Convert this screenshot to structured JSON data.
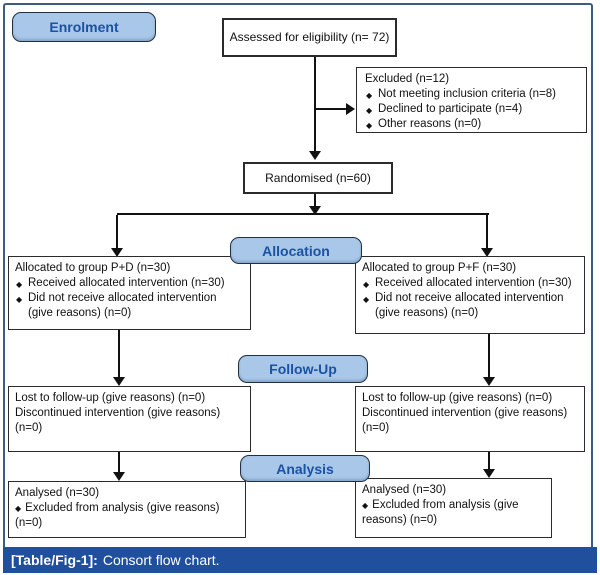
{
  "stages": {
    "enrolment": "Enrolment",
    "allocation": "Allocation",
    "followup": "Follow-Up",
    "analysis": "Analysis"
  },
  "boxes": {
    "assessed": {
      "text": "Assessed for eligibility (n= 72)"
    },
    "excluded": {
      "title": "Excluded (n=12)",
      "items": [
        "Not meeting inclusion criteria (n=8)",
        "Declined to participate (n=4)",
        "Other reasons (n=0)"
      ]
    },
    "randomised": {
      "text": "Randomised (n=60)"
    },
    "alloc_left": {
      "title": "Allocated to group P+D (n=30)",
      "items": [
        "Received allocated intervention (n=30)",
        "Did not receive allocated intervention (give reasons) (n=0)"
      ]
    },
    "alloc_right": {
      "title": "Allocated to group P+F (n=30)",
      "items": [
        "Received allocated intervention (n=30)",
        "Did not receive allocated intervention (give reasons) (n=0)"
      ]
    },
    "follow_left": {
      "lines": [
        "Lost to follow-up (give reasons) (n=0)",
        "Discontinued intervention (give reasons) (n=0)"
      ]
    },
    "follow_right": {
      "lines": [
        "Lost to follow-up (give reasons) (n=0)",
        "Discontinued intervention (give reasons) (n=0)"
      ]
    },
    "analysis_left": {
      "title": "Analysed (n=30)",
      "items": [
        "Excluded from analysis (give reasons) (n=0)"
      ]
    },
    "analysis_right": {
      "title": "Analysed (n=30)",
      "items": [
        "Excluded from analysis (give reasons) (n=0)"
      ]
    }
  },
  "caption": {
    "tag": "[Table/Fig-1]:",
    "text": "Consort flow chart."
  },
  "colors": {
    "stage_fill": "#a9c7e9",
    "stage_text": "#1b52a1",
    "caption_bg": "#204f9d",
    "outer_border": "#3d5a80"
  }
}
